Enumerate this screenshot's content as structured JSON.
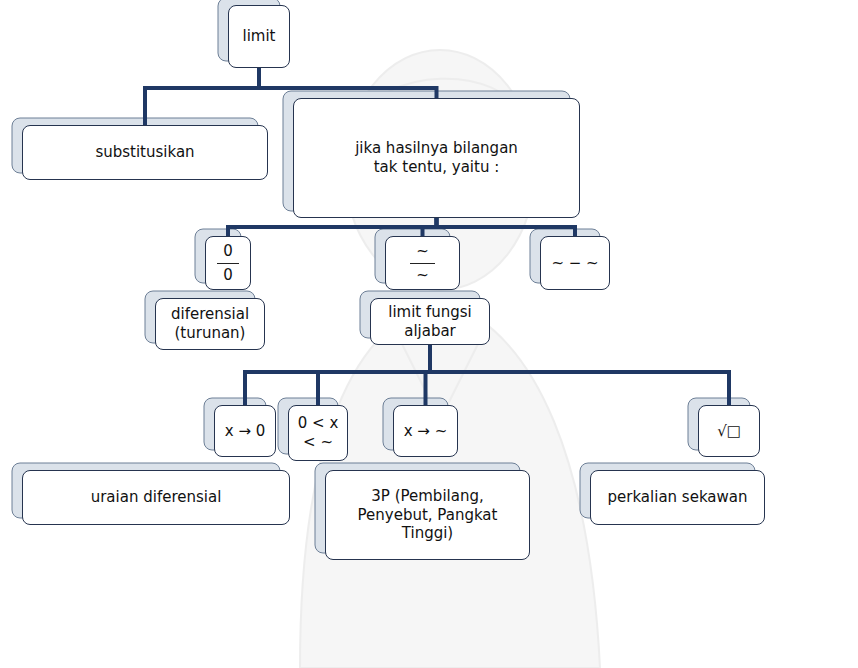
{
  "diagram": {
    "nodes": [
      {
        "text": [
          "limit"
        ]
      },
      {
        "text": [
          "substitusikan"
        ]
      },
      {
        "text": [
          "jika hasilnya bilangan tak tentu, yaitu :"
        ]
      },
      {
        "text": [
          "0",
          "0"
        ]
      },
      {
        "text": [
          "~",
          "~"
        ]
      },
      {
        "text": [
          "~ − ~"
        ]
      },
      {
        "text": [
          "diferensial (turunan)"
        ]
      },
      {
        "text": [
          "limit fungsi aljabar"
        ]
      },
      {
        "text": [
          "x → 0"
        ]
      },
      {
        "text": [
          "0 < x < ~"
        ]
      },
      {
        "text": [
          "x → ~"
        ]
      },
      {
        "text": [
          "√□"
        ]
      },
      {
        "text": [
          "uraian diferensial"
        ]
      },
      {
        "text": [
          "3P (Pembilang, Penyebut, Pangkat Tinggi)"
        ]
      },
      {
        "text": [
          "perkalian sekawan"
        ]
      }
    ],
    "edges": [
      {
        "from": 0,
        "to": 1,
        "arrow": "none"
      },
      {
        "from": 0,
        "to": 2,
        "arrow": "none"
      },
      {
        "from": 2,
        "to": 3,
        "arrow": "none"
      },
      {
        "from": 2,
        "to": 4,
        "arrow": "none"
      },
      {
        "from": 2,
        "to": 5,
        "arrow": "none"
      },
      {
        "from": 7,
        "to": 8,
        "arrow": "none"
      },
      {
        "from": 7,
        "to": 9,
        "arrow": "none"
      },
      {
        "from": 7,
        "to": 10,
        "arrow": "none"
      },
      {
        "from": 7,
        "to": 11,
        "arrow": "none"
      }
    ]
  }
}
